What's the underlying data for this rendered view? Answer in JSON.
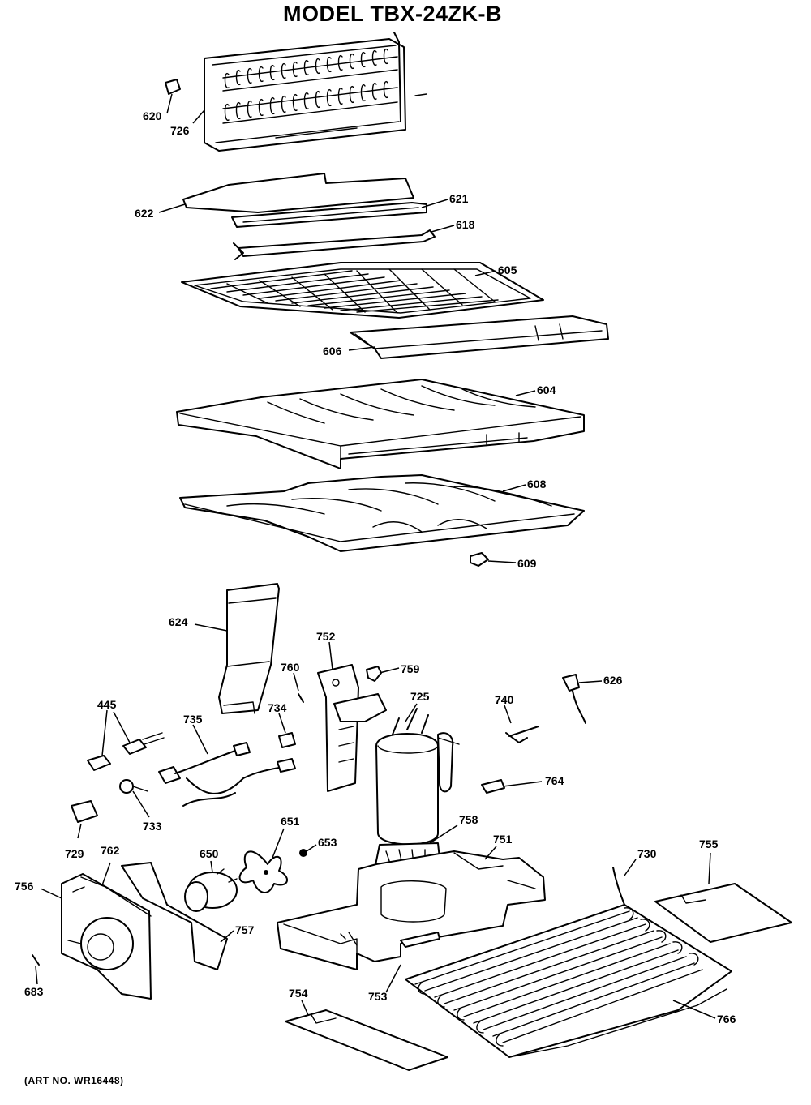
{
  "title": "MODEL TBX-24ZK-B",
  "footer": "(ART NO. WR16448)",
  "parts": [
    {
      "id": "p620",
      "label": "620"
    },
    {
      "id": "p726",
      "label": "726"
    },
    {
      "id": "p622",
      "label": "622"
    },
    {
      "id": "p621",
      "label": "621"
    },
    {
      "id": "p618",
      "label": "618"
    },
    {
      "id": "p605",
      "label": "605"
    },
    {
      "id": "p606",
      "label": "606"
    },
    {
      "id": "p604",
      "label": "604"
    },
    {
      "id": "p608",
      "label": "608"
    },
    {
      "id": "p609",
      "label": "609"
    },
    {
      "id": "p624",
      "label": "624"
    },
    {
      "id": "p752",
      "label": "752"
    },
    {
      "id": "p759",
      "label": "759"
    },
    {
      "id": "p760",
      "label": "760"
    },
    {
      "id": "p725",
      "label": "725"
    },
    {
      "id": "p740",
      "label": "740"
    },
    {
      "id": "p626",
      "label": "626"
    },
    {
      "id": "p445",
      "label": "445"
    },
    {
      "id": "p735",
      "label": "735"
    },
    {
      "id": "p734",
      "label": "734"
    },
    {
      "id": "p764",
      "label": "764"
    },
    {
      "id": "p733",
      "label": "733"
    },
    {
      "id": "p651",
      "label": "651"
    },
    {
      "id": "p653",
      "label": "653"
    },
    {
      "id": "p758",
      "label": "758"
    },
    {
      "id": "p751",
      "label": "751"
    },
    {
      "id": "p730",
      "label": "730"
    },
    {
      "id": "p755",
      "label": "755"
    },
    {
      "id": "p729",
      "label": "729"
    },
    {
      "id": "p762",
      "label": "762"
    },
    {
      "id": "p650",
      "label": "650"
    },
    {
      "id": "p756",
      "label": "756"
    },
    {
      "id": "p757",
      "label": "757"
    },
    {
      "id": "p683",
      "label": "683"
    },
    {
      "id": "p754",
      "label": "754"
    },
    {
      "id": "p753",
      "label": "753"
    },
    {
      "id": "p766",
      "label": "766"
    }
  ]
}
